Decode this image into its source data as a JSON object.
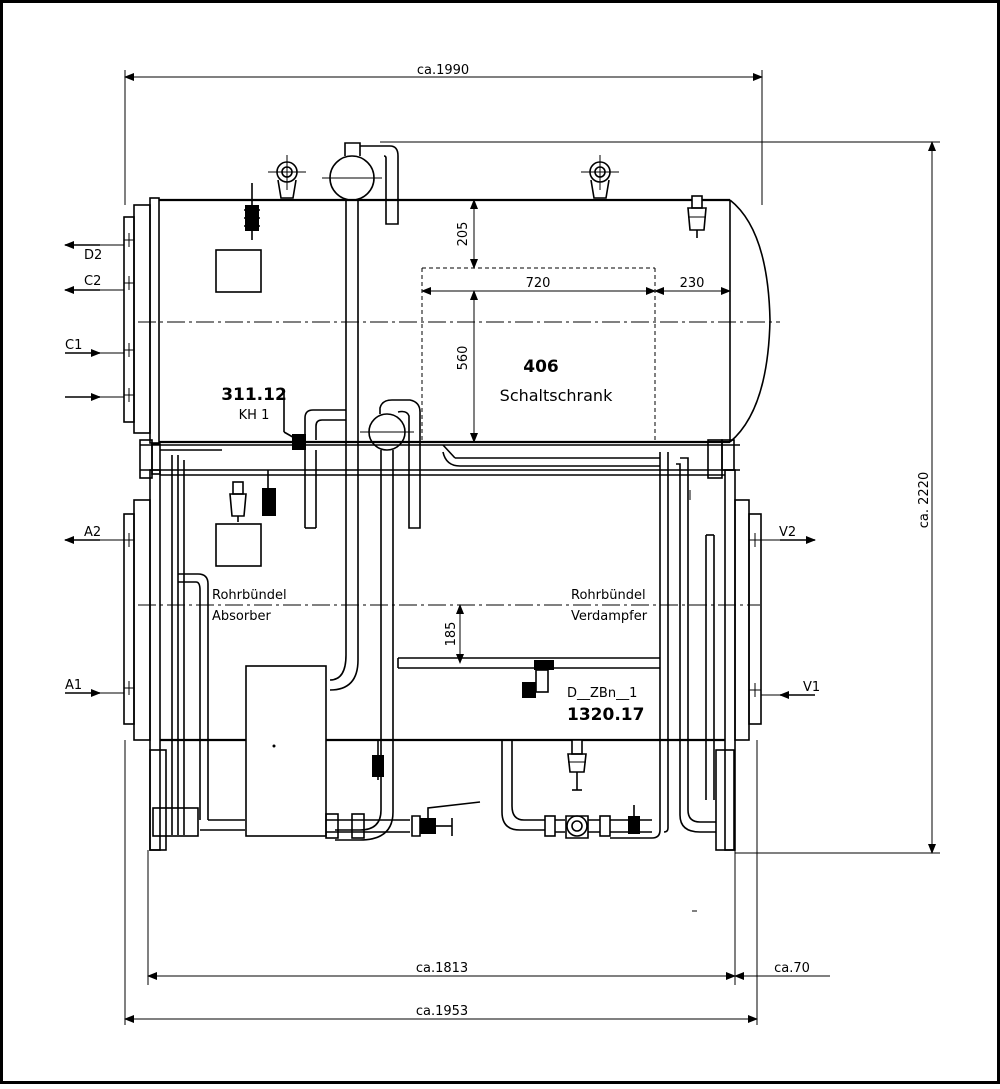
{
  "dimensions": {
    "overall_width_top": "ca.1990",
    "overall_height": "ca. 2220",
    "width_1813": "ca.1813",
    "width_70": "ca.70",
    "width_1953": "ca.1953",
    "d_205": "205",
    "d_720": "720",
    "d_230": "230",
    "d_560": "560",
    "d_185": "185"
  },
  "labels": {
    "cabinet_number": "406",
    "cabinet_name": "Schaltschrank",
    "tag_311": "311.12",
    "tag_kh1": "KH 1",
    "bundle_left_1": "Rohrbündel",
    "bundle_left_2": "Absorber",
    "bundle_right_1": "Rohrbündel",
    "bundle_right_2": "Verdampfer",
    "tag_dzbn": "D__ZBn__1",
    "tag_1320": "1320.17"
  },
  "ports": {
    "d2": "D2",
    "c2": "C2",
    "c1": "C1",
    "a2": "A2",
    "a1": "A1",
    "v2": "V2",
    "v1": "V1"
  }
}
